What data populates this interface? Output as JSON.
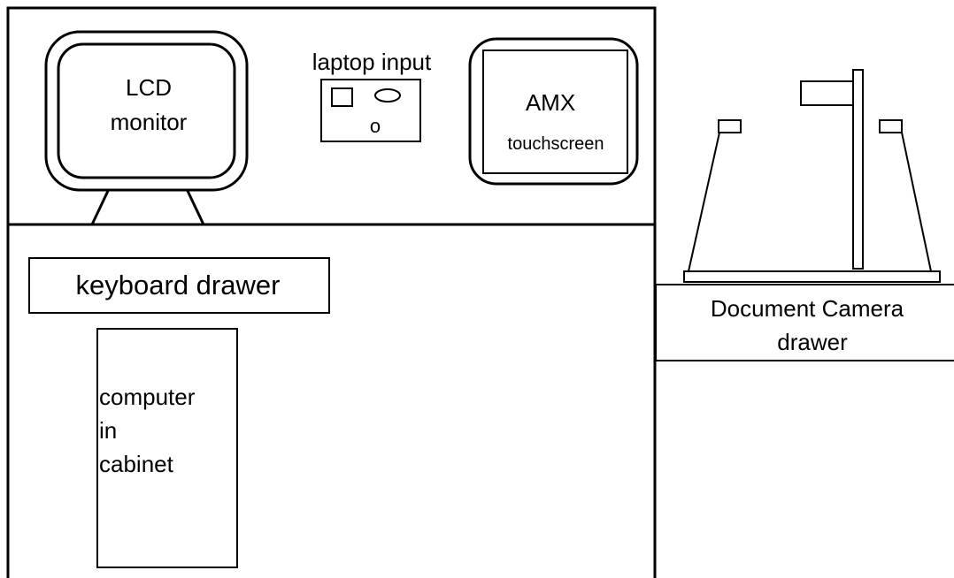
{
  "colors": {
    "line": "#000000",
    "background": "#ffffff"
  },
  "lcd_monitor": {
    "line1": "LCD",
    "line2": "monitor"
  },
  "laptop_input": {
    "label": "laptop input",
    "port_char": "o"
  },
  "amx": {
    "line1": "AMX",
    "line2": "touchscreen"
  },
  "keyboard_drawer": {
    "label": "keyboard drawer"
  },
  "computer": {
    "line1": "computer",
    "line2": "in",
    "line3": "cabinet"
  },
  "document_camera": {
    "line1": "Document Camera",
    "line2": "drawer"
  }
}
